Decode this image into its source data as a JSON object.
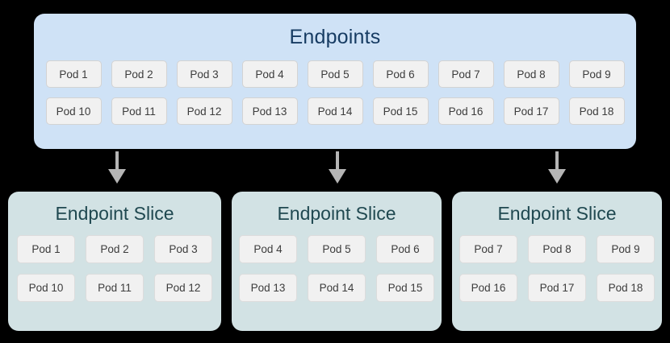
{
  "diagram": {
    "colors": {
      "background": "#000000",
      "endpoints_panel_bg": "#cfe2f6",
      "endpoints_title_color": "#173c63",
      "slice_panel_bg": "#d2e2e4",
      "slice_title_color": "#1f4850",
      "pod_bg": "#f1f1f1",
      "pod_border": "#d3d3d3",
      "pod_text": "#3c3c3c",
      "arrow_color": "#b5b5b5"
    },
    "endpoints": {
      "title": "Endpoints",
      "rows": [
        [
          "Pod 1",
          "Pod 2",
          "Pod 3",
          "Pod 4",
          "Pod 5",
          "Pod 6",
          "Pod 7",
          "Pod 8",
          "Pod 9"
        ],
        [
          "Pod 10",
          "Pod 11",
          "Pod 12",
          "Pod 13",
          "Pod 14",
          "Pod 15",
          "Pod 16",
          "Pod 17",
          "Pod 18"
        ]
      ]
    },
    "arrows": [
      {
        "name": "arrow-to-slice-1"
      },
      {
        "name": "arrow-to-slice-2"
      },
      {
        "name": "arrow-to-slice-3"
      }
    ],
    "slices": [
      {
        "title": "Endpoint Slice",
        "rows": [
          [
            "Pod 1",
            "Pod 2",
            "Pod 3"
          ],
          [
            "Pod 10",
            "Pod 11",
            "Pod 12"
          ]
        ]
      },
      {
        "title": "Endpoint Slice",
        "rows": [
          [
            "Pod 4",
            "Pod 5",
            "Pod 6"
          ],
          [
            "Pod 13",
            "Pod 14",
            "Pod 15"
          ]
        ]
      },
      {
        "title": "Endpoint Slice",
        "rows": [
          [
            "Pod 7",
            "Pod 8",
            "Pod 9"
          ],
          [
            "Pod 16",
            "Pod 17",
            "Pod 18"
          ]
        ]
      }
    ]
  }
}
